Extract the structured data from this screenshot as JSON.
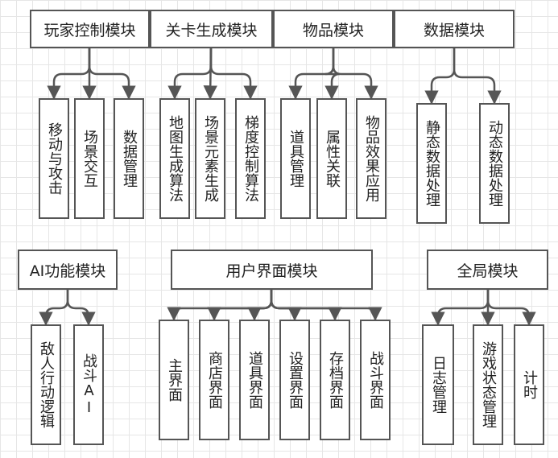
{
  "diagram": {
    "modules": {
      "player": {
        "label": "玩家控制模块",
        "children": [
          "移动与攻击",
          "场景交互",
          "数据管理"
        ]
      },
      "level": {
        "label": "关卡生成模块",
        "children": [
          "地图生成算法",
          "场景元素生成",
          "梯度控制算法"
        ]
      },
      "items": {
        "label": "物品模块",
        "children": [
          "道具管理",
          "属性关联",
          "物品效果应用"
        ]
      },
      "data": {
        "label": "数据模块",
        "children": [
          "静态数据处理",
          "动态数据处理"
        ]
      },
      "ai": {
        "label": "AI功能模块",
        "children": [
          "敌人行动逻辑",
          "战斗AI"
        ]
      },
      "ui": {
        "label": "用户界面模块",
        "children": [
          "主界面",
          "商店界面",
          "道具界面",
          "设置界面",
          "存档界面",
          "战斗界面"
        ]
      },
      "global": {
        "label": "全局模块",
        "children": [
          "日志管理",
          "游戏状态管理",
          "计时"
        ]
      }
    },
    "colors": {
      "stroke": "#555555",
      "grid": "#e6e6e6",
      "box_fill": "#ffffff"
    }
  }
}
